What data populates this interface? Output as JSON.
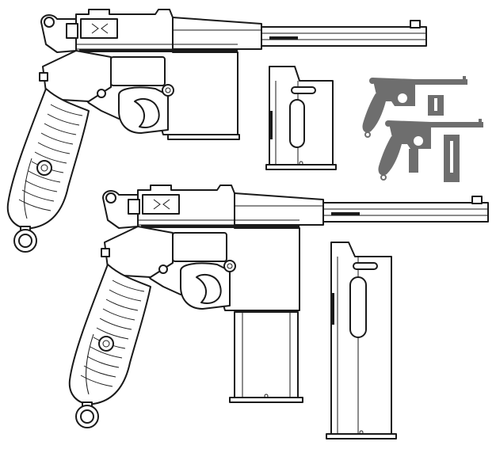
{
  "illustration": {
    "background": "#ffffff",
    "line_color": "#1a1a1a",
    "silhouette_color": "#6e6e6e",
    "pistols": [
      {
        "name": "pistol-outline-small-magazine"
      },
      {
        "name": "pistol-outline-extended-magazine"
      }
    ],
    "magazines": [
      {
        "name": "detached-magazine-short"
      },
      {
        "name": "detached-magazine-long"
      }
    ],
    "silhouettes": [
      {
        "name": "pistol-silhouette-short"
      },
      {
        "name": "pistol-silhouette-long"
      }
    ]
  }
}
